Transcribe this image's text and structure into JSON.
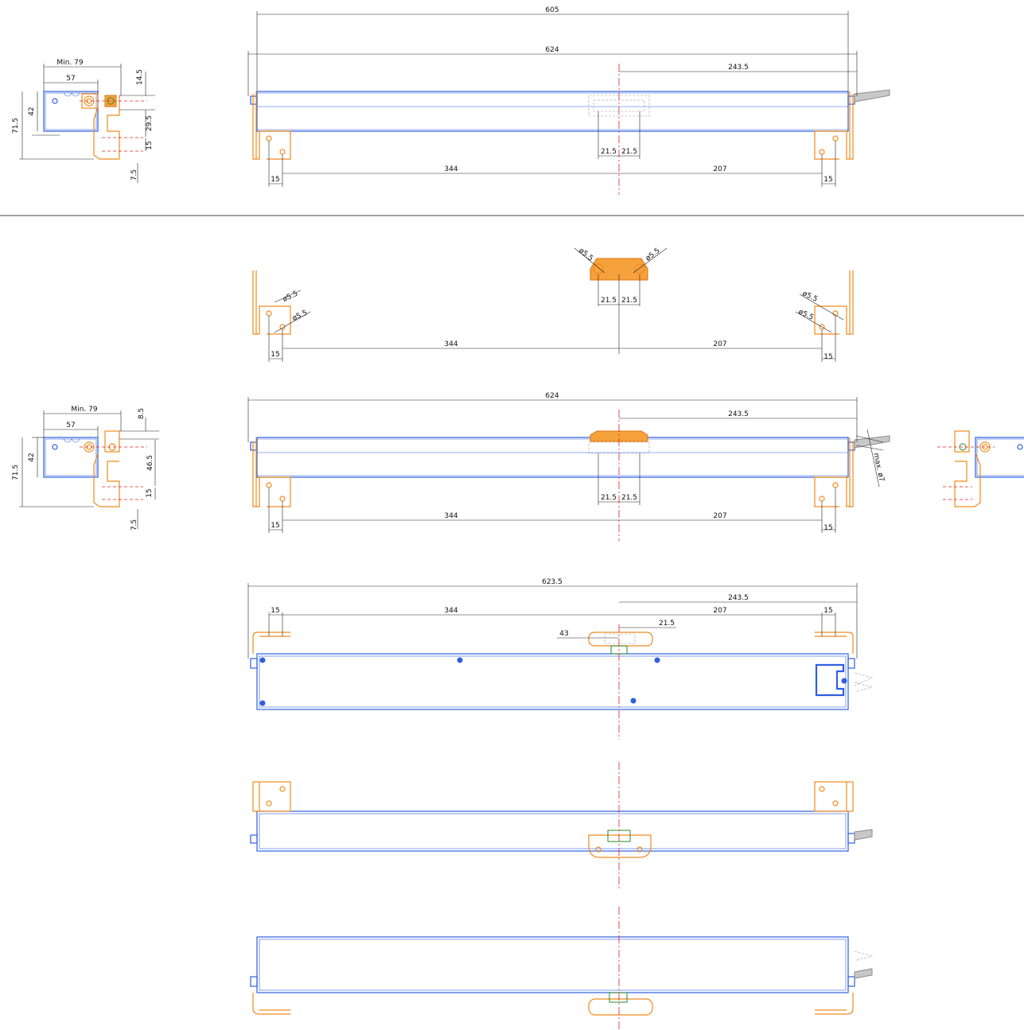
{
  "colors": {
    "actuator": "#2f5fe0",
    "bracket": "#f08a1c",
    "centerline": "#e02020",
    "cable": "#c8c8c8",
    "dimension": "#222222"
  },
  "view1": {
    "side": {
      "min79": "Min. 79",
      "d57": "57",
      "d42": "42",
      "d71_5": "71.5",
      "d14_5": "14.5",
      "d29_5": "29.5",
      "d15": "15",
      "d7_5": "7.5"
    },
    "front": {
      "d605": "605",
      "d624": "624",
      "d243_5": "243.5",
      "d21_5a": "21.5",
      "d21_5b": "21.5",
      "d15a": "15",
      "d344": "344",
      "d207": "207",
      "d15b": "15"
    }
  },
  "brackets": {
    "d5_5a": "ø5.5",
    "d5_5b": "ø5.5",
    "d5_5c": "ø5.5",
    "d5_5d": "ø5.5",
    "d5_5e": "ø5.5",
    "d5_5f": "ø5.5",
    "d21_5a": "21.5",
    "d21_5b": "21.5",
    "d15a": "15",
    "d344": "344",
    "d207": "207",
    "d15b": "15"
  },
  "view2": {
    "side": {
      "min79": "Min. 79",
      "d57": "57",
      "d42": "42",
      "d71_5": "71.5",
      "d8_5": "8.5",
      "d46_5": "46.5",
      "d15": "15",
      "d7_5": "7.5"
    },
    "front": {
      "d624": "624",
      "d243_5": "243.5",
      "d21_5a": "21.5",
      "d21_5b": "21.5",
      "d15a": "15",
      "d344": "344",
      "d207": "207",
      "d15b": "15",
      "max7": "max. ø7"
    }
  },
  "view3": {
    "d623_5": "623.5",
    "d243_5": "243.5",
    "d15a": "15",
    "d344": "344",
    "d207": "207",
    "d15b": "15",
    "d21_5": "21.5",
    "d43": "43"
  }
}
